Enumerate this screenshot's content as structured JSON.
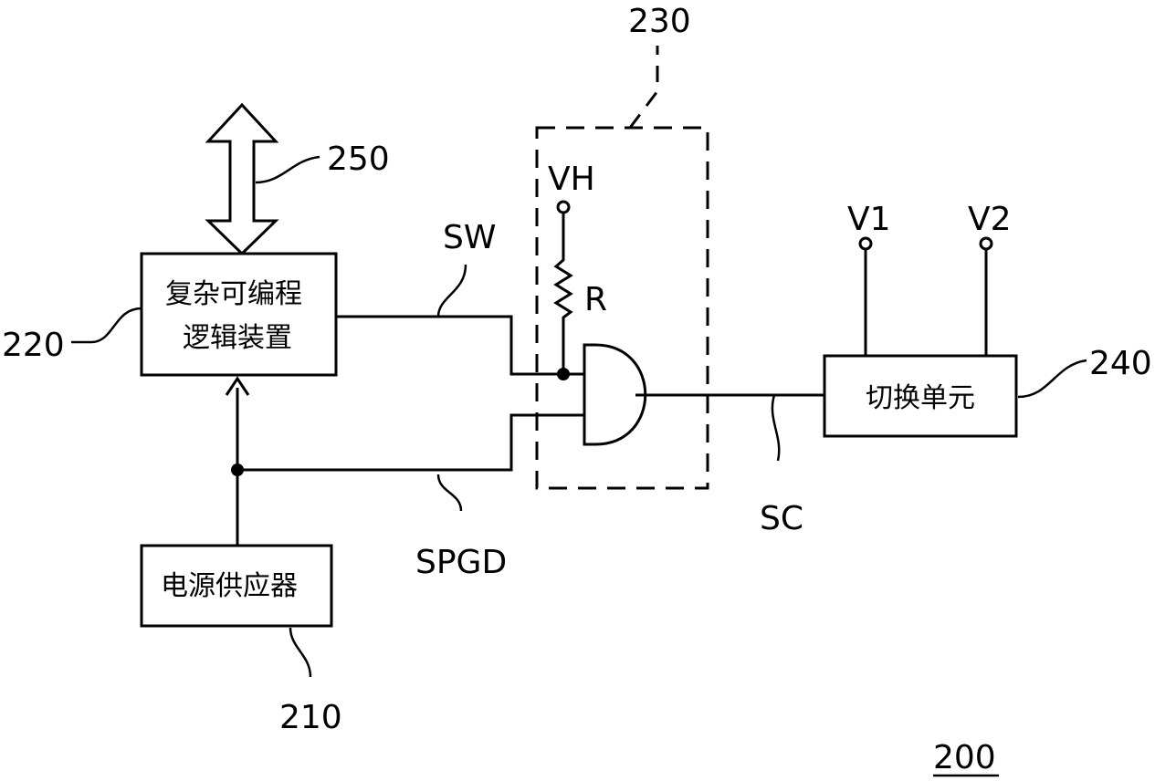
{
  "blocks": {
    "cpld": {
      "line1": "复杂可编程",
      "line2": "逻辑装置"
    },
    "power_supply": {
      "label": "电源供应器"
    },
    "switch_unit": {
      "label": "切换单元"
    }
  },
  "signals": {
    "sw": "SW",
    "spgd": "SPGD",
    "sc": "SC",
    "vh": "VH",
    "r": "R",
    "v1": "V1",
    "v2": "V2"
  },
  "refs": {
    "r200": "200",
    "r210": "210",
    "r220": "220",
    "r230": "230",
    "r240": "240",
    "r250": "250"
  }
}
